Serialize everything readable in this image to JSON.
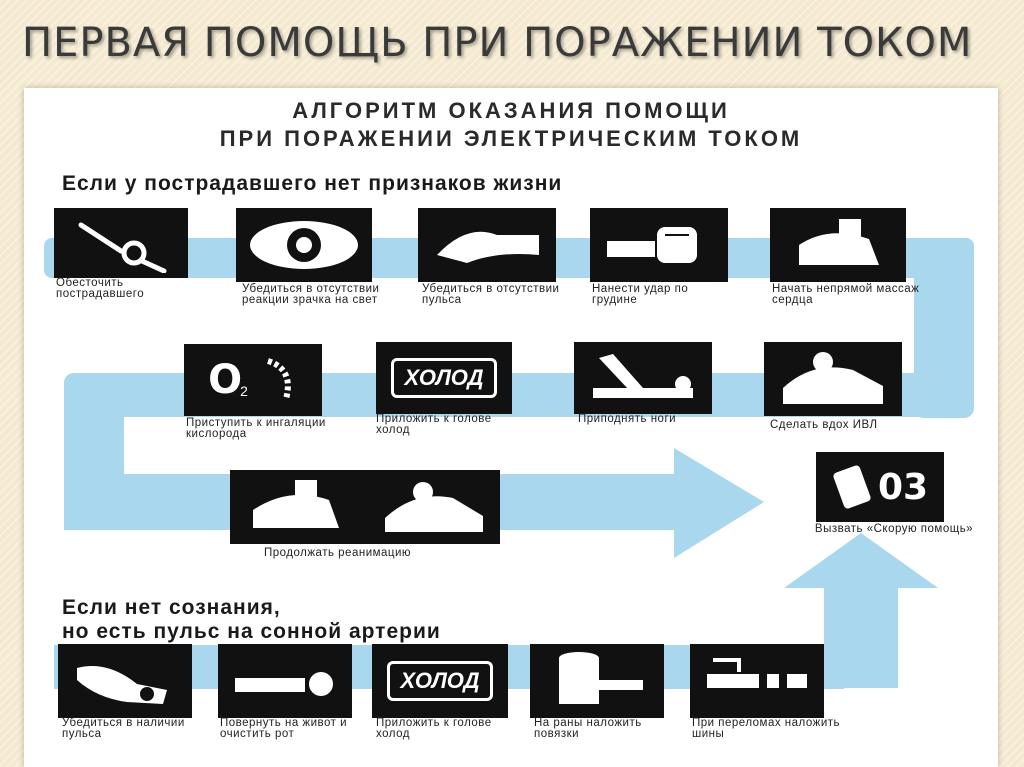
{
  "slide_title": "ПЕРВАЯ ПОМОЩЬ ПРИ ПОРАЖЕНИИ ТОКОМ",
  "heading_line1": "АЛГОРИТМ ОКАЗАНИЯ ПОМОЩИ",
  "heading_line2": "ПРИ ПОРАЖЕНИИ ЭЛЕКТРИЧЕСКИМ ТОКОМ",
  "section1": "Если у пострадавшего нет признаков жизни",
  "section2_line1": "Если нет сознания,",
  "section2_line2": "но есть пульс на сонной артерии",
  "steps": {
    "s1": "Обесточить пострадавшего",
    "s2": "Убедиться в отсутствии реакции зрачка на свет",
    "s3": "Убедиться в отсутствии пульса",
    "s4": "Нанести удар по грудине",
    "s5": "Начать непрямой массаж сердца",
    "s6": "Приступить к ингаляции кислорода",
    "s7": "Приложить к голове холод",
    "s8": "Приподнять ноги",
    "s9": "Сделать вдох ИВЛ",
    "s10": "Продолжать реанимацию",
    "s11": "Вызвать «Скорую помощь»",
    "s12": "Убедиться в наличии пульса",
    "s13": "Повернуть на живот и очистить рот",
    "s14": "Приложить к голове холод",
    "s15": "На раны наложить повязки",
    "s16": "При переломах наложить шины"
  },
  "icon_text": {
    "o2": "O",
    "o2_sub": "2",
    "cold": "ХОЛОД",
    "ambulance": "03"
  },
  "colors": {
    "arrow": "#a9d8ee",
    "tile": "#111111"
  }
}
